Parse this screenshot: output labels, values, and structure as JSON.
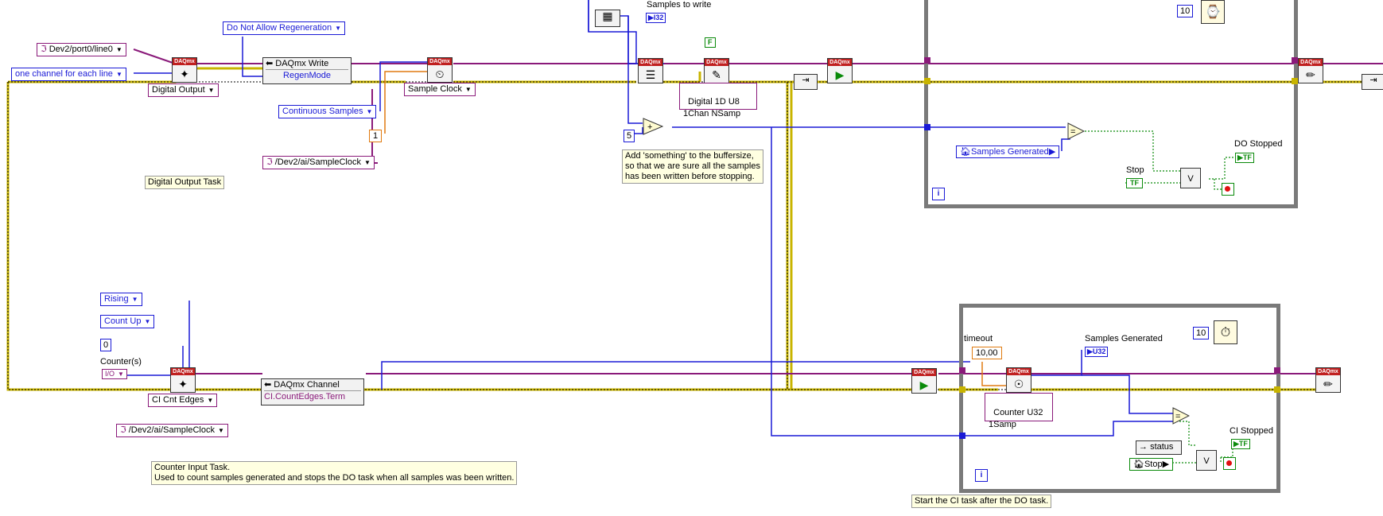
{
  "labels": {
    "samples_to_write": "Samples to write",
    "samples_to_write_type": "I32",
    "timeout": "timeout",
    "samples_generated": "Samples Generated",
    "samples_generated_type": "U32",
    "counters": "Counter(s)",
    "do_stopped": "DO Stopped",
    "ci_stopped": "CI Stopped",
    "stop": "Stop",
    "tf": "TF"
  },
  "controls": {
    "do_line": "Dev2/port0/line0",
    "line_grouping": "one channel for each line",
    "regeneration": "Do Not Allow Regeneration",
    "regen_mode": "RegenMode",
    "continuous": "Continuous Samples",
    "clock_rate": "1",
    "sample_clock_source": "/Dev2/ai/SampleClock",
    "sample_clock_type": "Sample Clock",
    "digital_output": "Digital Output",
    "write_format": "Digital 1D U8\n1Chan NSamp",
    "false_const": "F",
    "add_const": "5",
    "wait_const_top": "10",
    "samples_generated_local": "Samples Generated",
    "rising": "Rising",
    "count_up": "Count Up",
    "initial": "0",
    "ci_cnt_edges": "CI Cnt Edges",
    "ci_term": "CI.CountEdges.Term",
    "ci_source": "/Dev2/ai/SampleClock",
    "timeout_value": "10,00",
    "read_format": "Counter U32\n1Samp",
    "wait_const_bottom": "10",
    "status": "status",
    "stop_local": "Stop",
    "iter_symbol": "i"
  },
  "nodes": {
    "daqmx_write": "DAQmx Write",
    "daqmx_channel": "DAQmx Channel",
    "daqmx_tag": "DAQmx"
  },
  "comments": {
    "digital_output_task": "Digital Output Task",
    "buffer_note": "Add 'something' to the buffersize,\nso that we are sure all the samples\nhas been written before stopping.",
    "counter_input_task": "Counter Input Task.\nUsed to count samples generated and stops the DO task when all samples was been written.",
    "start_ci_after": "Start the CI task after the DO task."
  },
  "colors": {
    "wire_task": "#8a1a7a",
    "wire_error": "#c8b400",
    "wire_int": "#1a1ad6",
    "wire_bool": "#0a8a0a",
    "wire_dbl": "#e07a10",
    "loop_frame": "#7a7a7a"
  },
  "icons": [
    "daqmx-create-channel-icon",
    "daqmx-timing-icon",
    "daqmx-write-icon",
    "daqmx-start-icon",
    "daqmx-clear-icon",
    "daqmx-read-icon",
    "wait-ms-icon",
    "array-size-icon",
    "add-icon",
    "equal-icon",
    "or-icon"
  ]
}
